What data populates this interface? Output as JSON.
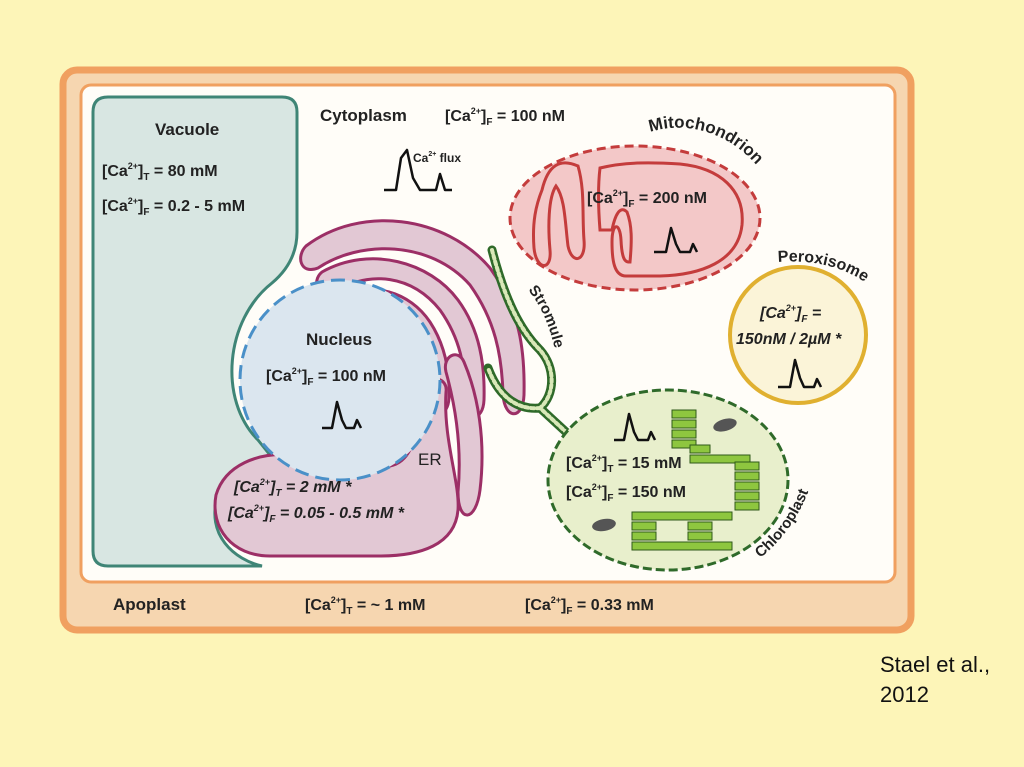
{
  "colors": {
    "background": "#fdf5b8",
    "cell_wall": "#f0a060",
    "apoplast": "#f6d6b0",
    "cytoplasm": "#fffdf8",
    "vacuole_fill": "#d8e6e2",
    "vacuole_stroke": "#3f8576",
    "nucleus_fill": "#dbe6ef",
    "nucleus_stroke": "#4a90c8",
    "er_fill": "#e2c8d4",
    "er_stroke": "#9c2f66",
    "mito_fill": "#f3c8c8",
    "mito_stroke": "#c43c3c",
    "perox_fill": "#fbf4d8",
    "perox_stroke": "#e0b030",
    "chloro_fill": "#e8efcc",
    "chloro_stroke": "#2f6a2a",
    "thylakoid": "#8ec63f"
  },
  "vacuole": {
    "name": "Vacuole",
    "total": {
      "pre": "[Ca",
      "sup": "2+",
      "sub": "T",
      "post": " = 80 mM"
    },
    "free": {
      "pre": "[Ca",
      "sup": "2+",
      "sub": "F",
      "post": " = 0.2 - 5 mM"
    }
  },
  "cytoplasm": {
    "name": "Cytoplasm",
    "free": {
      "pre": "[Ca",
      "sup": "2+",
      "sub": "F",
      "post": " = 100 nM"
    },
    "flux_label": {
      "pre": "Ca",
      "sup": "2+",
      "post": " flux"
    }
  },
  "mitochondrion": {
    "name": "Mitochondrion",
    "free": {
      "pre": "[Ca",
      "sup": "2+",
      "sub": "F",
      "post": " = 200 nM"
    }
  },
  "peroxisome": {
    "name": "Peroxisome",
    "free_line1": {
      "pre": "[Ca",
      "sup": "2+",
      "sub": "F",
      "post": " ="
    },
    "free_line2": "150nM / 2µM *"
  },
  "nucleus": {
    "name": "Nucleus",
    "free": {
      "pre": "[Ca",
      "sup": "2+",
      "sub": "F",
      "post": " = 100 nM"
    }
  },
  "er": {
    "name": "ER",
    "total": {
      "pre": "[Ca",
      "sup": "2+",
      "sub": "T",
      "post": " = 2 mM *"
    },
    "free": {
      "pre": "[Ca",
      "sup": "2+",
      "sub": "F",
      "post": " = 0.05 - 0.5 mM *"
    }
  },
  "stromule": {
    "name": "Stromule"
  },
  "chloroplast": {
    "name": "Chloroplast",
    "total": {
      "pre": "[Ca",
      "sup": "2+",
      "sub": "T",
      "post": " = 15 mM"
    },
    "free": {
      "pre": "[Ca",
      "sup": "2+",
      "sub": "F",
      "post": " = 150 nM"
    }
  },
  "apoplast": {
    "name": "Apoplast",
    "total": {
      "pre": "[Ca",
      "sup": "2+",
      "sub": "T",
      "post": " = ~ 1 mM"
    },
    "free": {
      "pre": "[Ca",
      "sup": "2+",
      "sub": "F",
      "post": " = 0.33 mM"
    }
  },
  "citation": {
    "line1": "Stael et al.,",
    "line2": "2012"
  }
}
